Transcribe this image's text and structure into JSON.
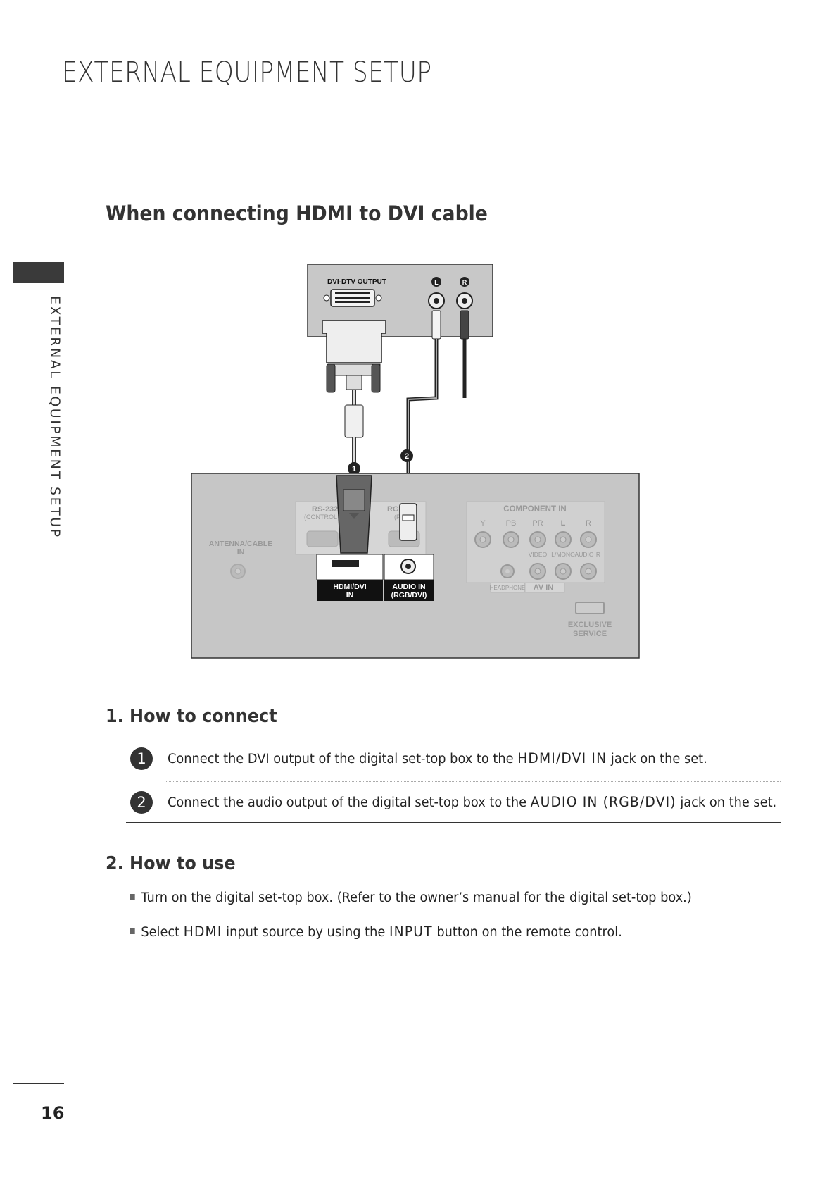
{
  "header": {
    "title": "EXTERNAL EQUIPMENT SETUP"
  },
  "sidebar": {
    "label": "EXTERNAL EQUIPMENT SETUP"
  },
  "section": {
    "title": "When connecting HDMI to DVI cable"
  },
  "diagram": {
    "stb_output_label": "DVI-DTV OUTPUT",
    "stb_left_label": "L",
    "stb_right_label": "R",
    "callout_1": "1",
    "callout_2": "2",
    "rs232_label": "RS-232",
    "rs232_sub": "(CONTROL &",
    "rgb_label": "RGB IN",
    "rgb_sub": "(PC)",
    "antenna_label_1": "ANTENNA/CABLE",
    "antenna_label_2": "IN",
    "component_title": "COMPONENT IN",
    "component_y": "Y",
    "component_pb": "PB",
    "component_pr": "PR",
    "component_l": "L",
    "component_r": "R",
    "video_label": "VIDEO",
    "lmono_label": "L/MONO",
    "audio_label": "AUDIO",
    "audio_r_label": "R",
    "headphone_label": "HEADPHONE",
    "avin_label": "AV IN",
    "hdmi_label_1": "HDMI/DVI",
    "hdmi_label_2": "IN",
    "audioin_label_1": "AUDIO IN",
    "audioin_label_2": "(RGB/DVI)",
    "exclusive_label_1": "EXCLUSIVE",
    "exclusive_label_2": "SERVICE"
  },
  "connect": {
    "heading": "1. How to connect",
    "steps": [
      {
        "num": "1",
        "pre": "Connect the DVI output of the digital set-top box to the ",
        "key": "HDMI/DVI IN",
        "post": " jack on the set."
      },
      {
        "num": "2",
        "pre": "Connect the audio output of the digital set-top box to the ",
        "key": "AUDIO IN (RGB/DVI)",
        "post": " jack on the set."
      }
    ]
  },
  "use": {
    "heading": "2. How to use",
    "bullets": [
      {
        "pre": "Turn on the digital set-top box. (Refer to the owner’s manual for the digital set-top box.)",
        "key": "",
        "mid": "",
        "key2": "",
        "post": ""
      },
      {
        "pre": "Select ",
        "key": "HDMI",
        "mid": " input source by using the ",
        "key2": "INPUT",
        "post": " button on the remote control."
      }
    ]
  },
  "footer": {
    "page_number": "16"
  }
}
